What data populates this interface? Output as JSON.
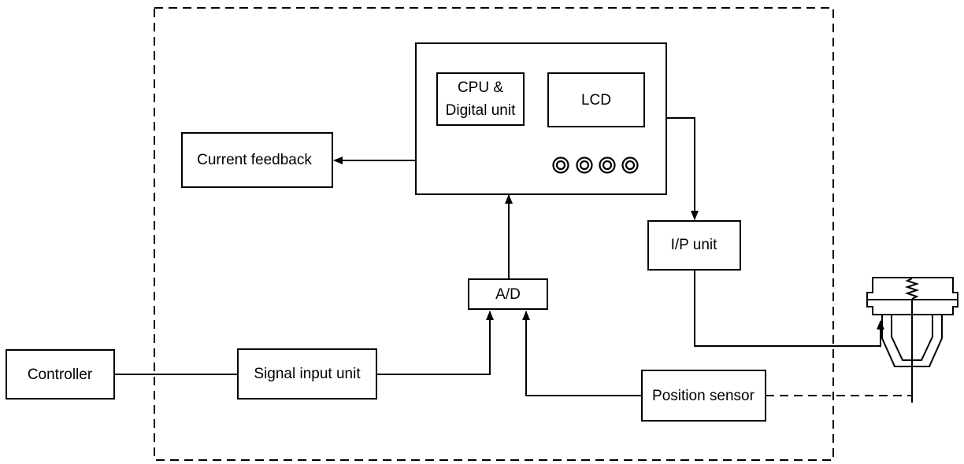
{
  "blocks": {
    "controller": "Controller",
    "signal_input_unit": "Signal input unit",
    "ad": "A/D",
    "cpu_line1": "CPU &",
    "cpu_line2": "Digital unit",
    "lcd": "LCD",
    "current_feedback": "Current feedback",
    "ip_unit": "I/P unit",
    "position_sensor": "Position sensor"
  },
  "buttons": [
    "button-1",
    "button-2",
    "button-3",
    "button-4"
  ]
}
